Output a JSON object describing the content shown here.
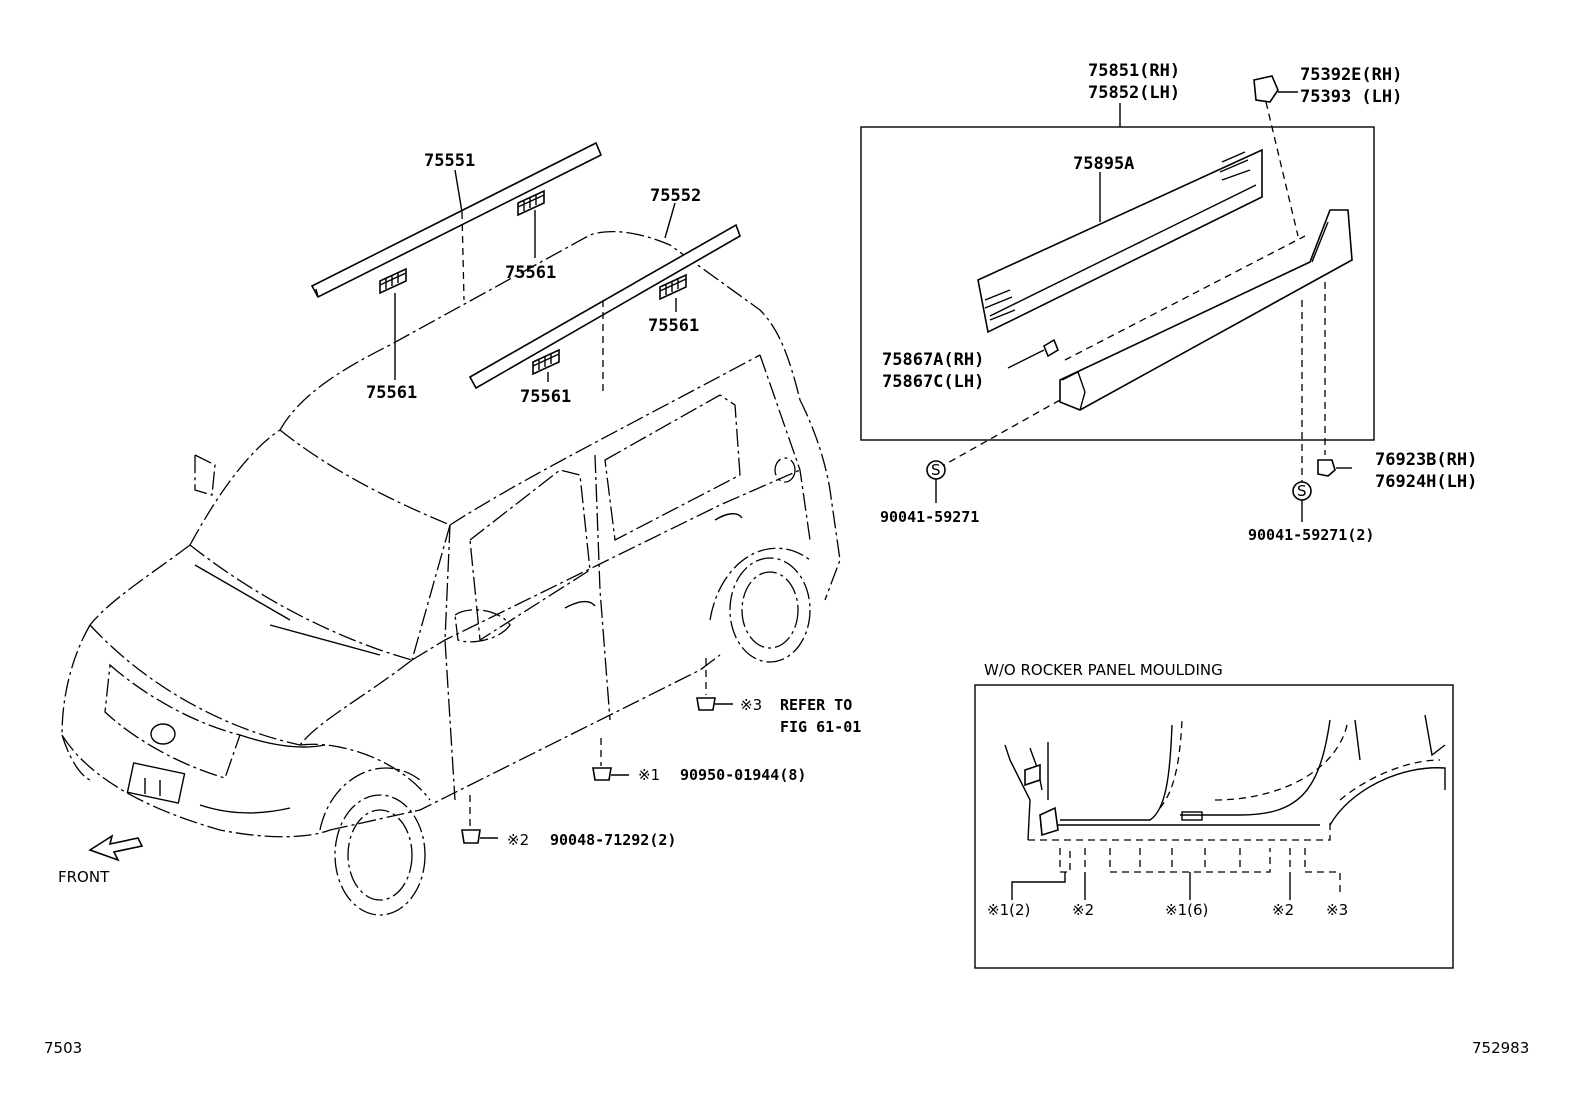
{
  "labels": {
    "p75551": "75551",
    "p75552": "75552",
    "p75561_a": "75561",
    "p75561_b": "75561",
    "p75561_c": "75561",
    "p75561_d": "75561",
    "p75851": "75851(RH)",
    "p75852": "75852(LH)",
    "p75392e": "75392E(RH)",
    "p75393": "75393 (LH)",
    "p75895a": "75895A",
    "p75867a": "75867A(RH)",
    "p75867c": "75867C(LH)",
    "p76923b": "76923B(RH)",
    "p76924h": "76924H(LH)",
    "p90041_a": "90041-59271",
    "p90041_b": "90041-59271(2)",
    "refer1": "REFER TO",
    "refer2": "FIG 61-01",
    "clip1_label": "90950-01944(8)",
    "clip2_label": "90048-71292(2)",
    "mark1": "※1",
    "mark2": "※2",
    "mark3": "※3",
    "front": "FRONT",
    "inset_title": "W/O ROCKER PANEL MOULDING",
    "inset_m1": "※1(2)",
    "inset_m2a": "※2",
    "inset_m16": "※1(6)",
    "inset_m2b": "※2",
    "inset_m3": "※3",
    "screw_symbol": "S",
    "footer_left": "7503",
    "footer_right": "752983"
  }
}
